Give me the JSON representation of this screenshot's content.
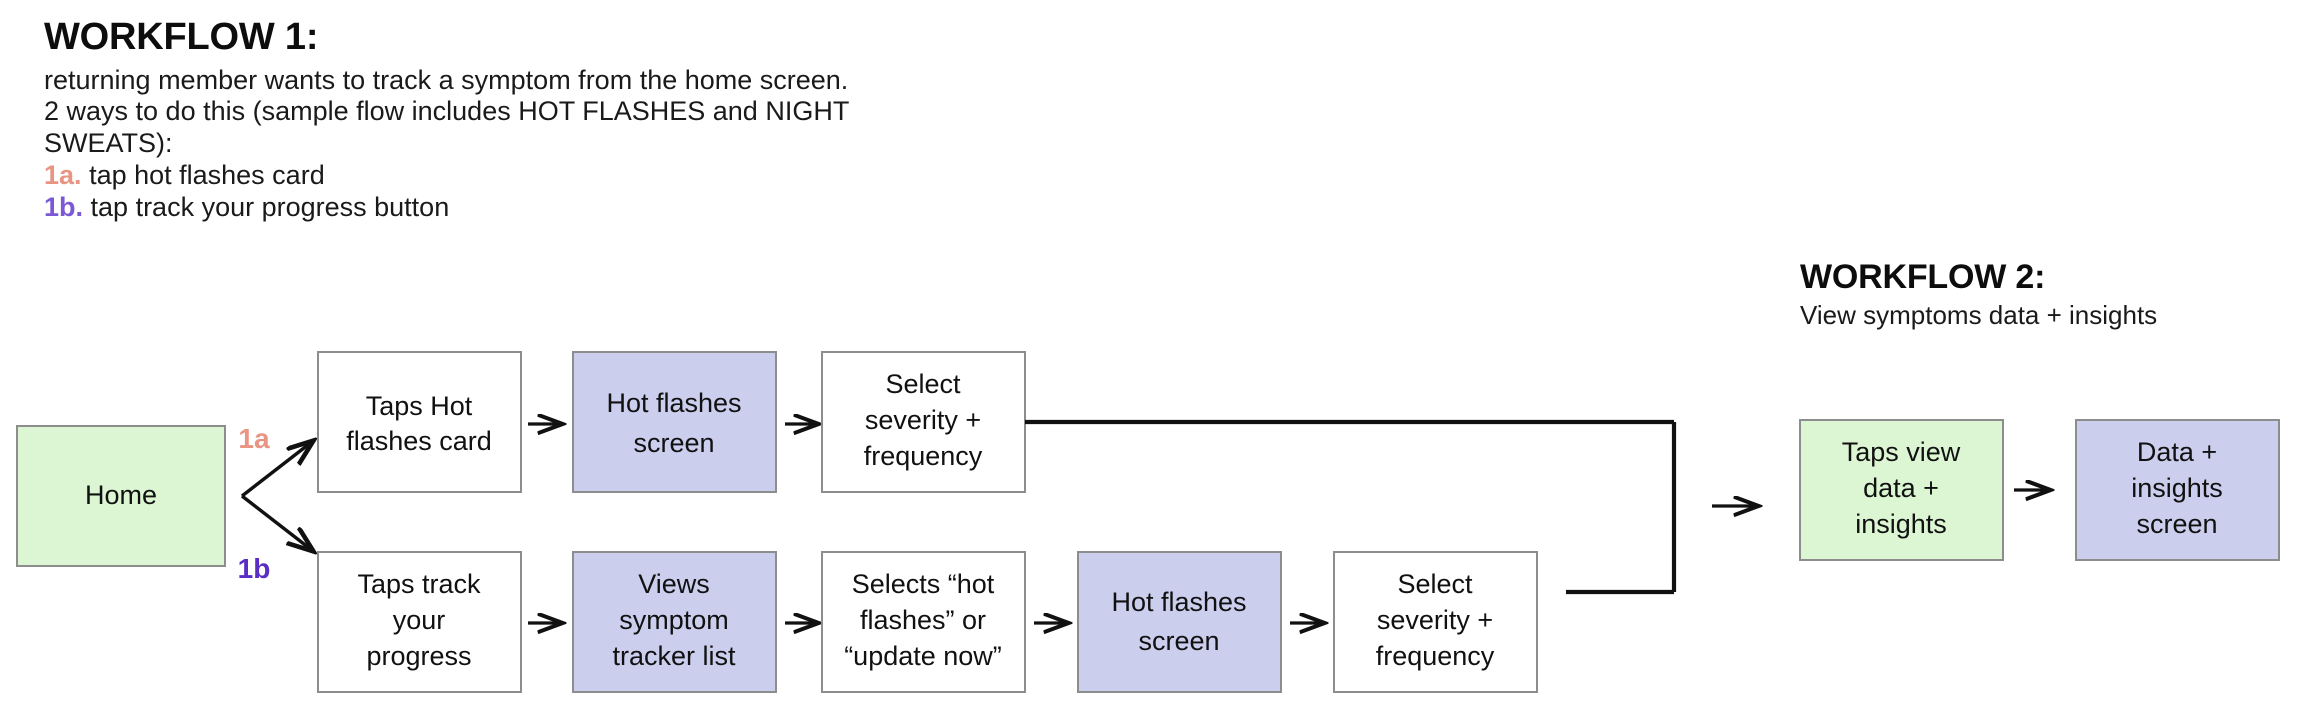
{
  "workflow1": {
    "title": "WORKFLOW 1:",
    "description_lines": [
      "returning member wants to track a symptom from the home screen.",
      "2 ways to do this (sample flow includes HOT FLASHES and NIGHT",
      "SWEATS):"
    ],
    "steps": [
      {
        "tag": "1a.",
        "text": "tap hot flashes card",
        "color": "#e89583"
      },
      {
        "tag": "1b.",
        "text": "tap track your progress button",
        "color": "#7c58d6"
      }
    ]
  },
  "workflow2": {
    "title": "WORKFLOW 2:",
    "subtitle": "View symptoms data + insights"
  },
  "colors": {
    "green_fill": "#dcf6d3",
    "blue_fill": "#ccceee",
    "white_fill": "#ffffff",
    "node_border": "#8d8d8d",
    "connector": "#111111",
    "tag_1a": "#e89583",
    "tag_1b": "#5a2ec4"
  },
  "branch_labels": {
    "top": "1a",
    "bottom": "1b"
  },
  "nodes": {
    "home": {
      "lines": [
        "Home"
      ],
      "fill": "green"
    },
    "taps_hot_card": {
      "lines": [
        "Taps Hot",
        "flashes card"
      ],
      "fill": "white"
    },
    "hot_screen_top": {
      "lines": [
        "Hot flashes",
        "screen"
      ],
      "fill": "blue"
    },
    "severity_top": {
      "lines": [
        "Select",
        "severity +",
        "frequency"
      ],
      "fill": "white"
    },
    "taps_track": {
      "lines": [
        "Taps track",
        "your",
        "progress"
      ],
      "fill": "white"
    },
    "views_tracker": {
      "lines": [
        "Views",
        "symptom",
        "tracker list"
      ],
      "fill": "blue"
    },
    "selects_hot": {
      "lines": [
        "Selects “hot",
        "flashes” or",
        "“update now”"
      ],
      "fill": "white"
    },
    "hot_screen_bot": {
      "lines": [
        "Hot flashes",
        "screen"
      ],
      "fill": "blue"
    },
    "severity_bot": {
      "lines": [
        "Select",
        "severity +",
        "frequency"
      ],
      "fill": "white"
    },
    "taps_view_data": {
      "lines": [
        "Taps view",
        "data +",
        "insights"
      ],
      "fill": "green"
    },
    "data_insights": {
      "lines": [
        "Data +",
        "insights",
        "screen"
      ],
      "fill": "blue"
    }
  }
}
